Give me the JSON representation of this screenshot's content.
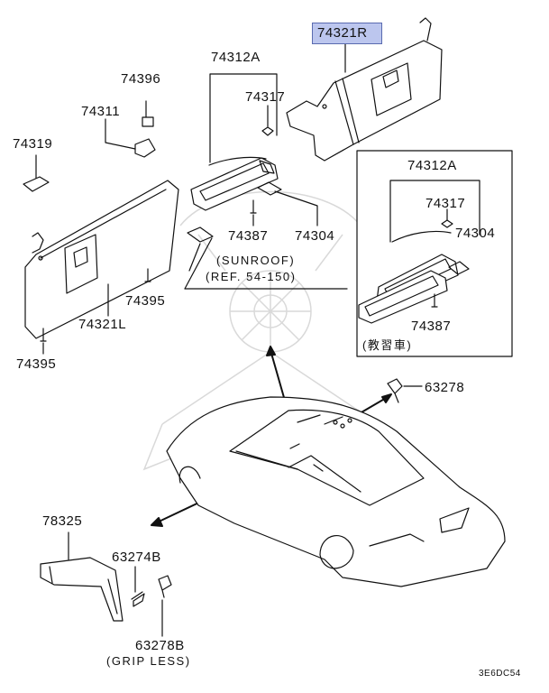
{
  "labels": {
    "p74321R": "74321R",
    "p74312A_main": "74312A",
    "p74317_main": "74317",
    "p74396": "74396",
    "p74311": "74311",
    "p74319": "74319",
    "p74387_main": "74387",
    "p74304_main": "74304",
    "p74395_a": "74395",
    "p74321L": "74321L",
    "p74395_b": "74395",
    "p74312A_inset": "74312A",
    "p74317_inset": "74317",
    "p74304_inset": "74304",
    "p74387_inset": "74387",
    "p63278": "63278",
    "p78325": "78325",
    "p63274B": "63274B",
    "p63278B": "63278B"
  },
  "notes": {
    "sunroof": "(SUNROOF)",
    "ref": "(REF. 54-150)",
    "inset_caption": "(教習車)",
    "grip_less": "(GRIP LESS)",
    "diagram_code": "3E6DC54"
  },
  "colors": {
    "highlight_fill": "#bcc6ee",
    "highlight_border": "#5a6bb0",
    "line": "#111111",
    "watermark": "#d9d9d9"
  }
}
